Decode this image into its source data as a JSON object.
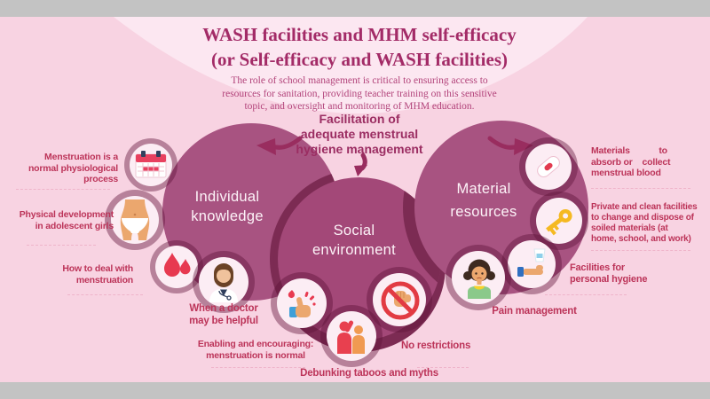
{
  "header": {
    "title": "WASH facilities and MHM self-efficacy\n(or Self-efficacy and WASH facilities)",
    "subtitle": "The role of school management is critical to ensuring access to\nresources for sanitation, providing teacher training on this sensitive\ntopic, and oversight and monitoring of MHM education."
  },
  "facilitation": {
    "label": "Facilitation of\nadequate menstrual\nhygiene management"
  },
  "circles": [
    {
      "id": "individual-knowledge",
      "label": "Individual\nknowledge"
    },
    {
      "id": "social-environment",
      "label": "Social\nenvironment"
    },
    {
      "id": "material-resources",
      "label": "Material\nresources"
    }
  ],
  "items": [
    {
      "id": "menstruation-normal-process",
      "icon": "calendar-icon",
      "label": "Menstruation is a\nnormal physiological\nprocess"
    },
    {
      "id": "physical-development",
      "icon": "female-body-icon",
      "label": "Physical development\nin adolescent girls"
    },
    {
      "id": "how-to-deal-with-menstruation",
      "icon": "blood-drops-icon",
      "label": "How to deal with\nmenstruation"
    },
    {
      "id": "when-a-doctor-may-be-helpful",
      "icon": "doctor-icon",
      "label": "When a doctor\nmay be helpful"
    },
    {
      "id": "enabling-and-encouraging",
      "icon": "thumbs-up-icon",
      "label": "Enabling and encouraging:\nmenstruation is normal"
    },
    {
      "id": "debunking-taboos-and-myths",
      "icon": "people-talking-icon",
      "label": "Debunking taboos and myths"
    },
    {
      "id": "no-restrictions",
      "icon": "no-gesture-icon",
      "label": "No restrictions"
    },
    {
      "id": "materials-to-absorb",
      "icon": "sanitary-pad-icon",
      "label": "Materials            to\nabsorb or    collect\nmenstrual blood"
    },
    {
      "id": "private-and-clean-facilities",
      "icon": "key-icon",
      "label": "Private and clean facilities\nto change and dispose of\nsoiled materials (at\nhome, school, and work)"
    },
    {
      "id": "facilities-for-personal-hygiene",
      "icon": "hand-soap-icon",
      "label": "Facilities for\npersonal hygiene"
    },
    {
      "id": "pain-management",
      "icon": "sad-girl-icon",
      "label": "Pain management"
    }
  ],
  "colors": {
    "background_pink": "#f8d3e2",
    "background_light_pink": "#fce7f1",
    "letterbox_grey": "#c3c3c3",
    "big_circle": "#a85381",
    "big_circle_mid": "#a34878",
    "circle_halo": "#7c2b53",
    "title_text": "#a32b67",
    "label_text": "#bc3459",
    "accent_dark": "#9b2d62"
  }
}
